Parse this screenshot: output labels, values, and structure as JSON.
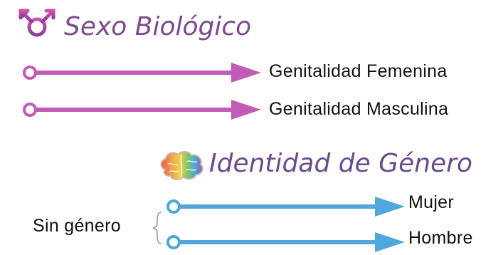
{
  "sections": {
    "sex": {
      "title": "Sexo Biológico",
      "color": "#c25bb6",
      "title_color": "#7d4a8e",
      "icon": "transgender-symbol-icon",
      "items": [
        {
          "label": "Genitalidad Femenina"
        },
        {
          "label": "Genitalidad Masculina"
        }
      ]
    },
    "gender": {
      "title": "Identidad de Género",
      "color": "#4fa7db",
      "title_color": "#6b4a8e",
      "icon": "rainbow-brain-icon",
      "brace_label": "Sin género",
      "items": [
        {
          "label": "Mujer"
        },
        {
          "label": "Hombre"
        }
      ]
    }
  }
}
